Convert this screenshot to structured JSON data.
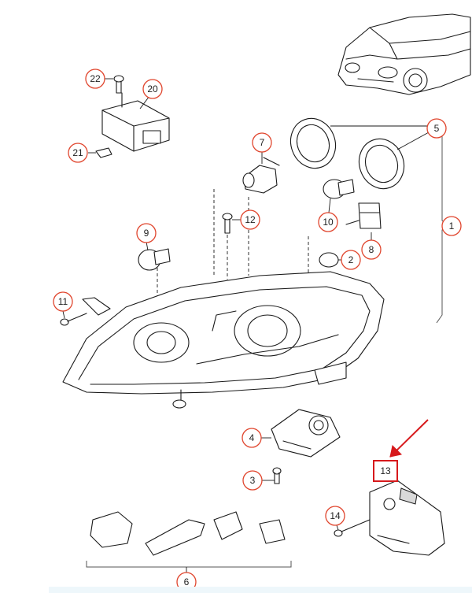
{
  "callouts": {
    "c1": "1",
    "c2": "2",
    "c3": "3",
    "c4": "4",
    "c5": "5",
    "c6": "6",
    "c7": "7",
    "c8": "8",
    "c9": "9",
    "c10": "10",
    "c11": "11",
    "c12": "12",
    "c13": "13",
    "c14": "14",
    "c20": "20",
    "c21": "21",
    "c22": "22"
  },
  "colors": {
    "callout_ring": "#e0452d",
    "highlight": "#d7191c",
    "line": "#1a1a1a"
  }
}
